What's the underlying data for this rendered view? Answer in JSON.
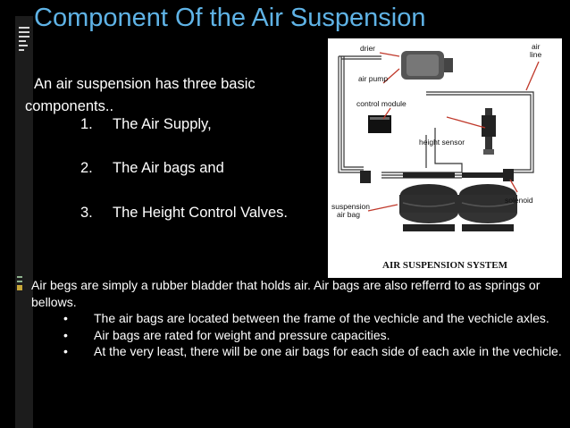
{
  "slide": {
    "title": "Component Of the Air Suspension",
    "intro_line1": "An air suspension has three basic",
    "intro_line2": "components..",
    "components": [
      {
        "number": "1.",
        "label": "The Air Supply,"
      },
      {
        "number": "2.",
        "label": "The Air bags and"
      },
      {
        "number": "3.",
        "label": "The Height Control Valves."
      }
    ],
    "lead_text": "Air begs are simply a rubber bladder that holds air. Air bags are also refferrd  to as springs or bellows.",
    "bullets": [
      "The air bags are located between the frame of the vechicle and the vechicle axles.",
      "Air bags are rated for weight and pressure capacities.",
      "At the very least, there will be one air bags for each side of each axle in the vechicle."
    ],
    "bullet_glyph": "•"
  },
  "figure": {
    "caption": "AIR SUSPENSION SYSTEM",
    "labels": {
      "drier": "drier",
      "air_line": "air\nline",
      "air_pump": "air pump",
      "control_module": "control module",
      "height_sensor": "height sensor",
      "suspension_air_bag_1": "suspension",
      "suspension_air_bag_2": "air bag",
      "solenoid": "solenoid"
    }
  },
  "colors": {
    "title": "#5fb3e6",
    "background": "#000000",
    "text": "#ffffff",
    "label_red": "#c0392b"
  }
}
